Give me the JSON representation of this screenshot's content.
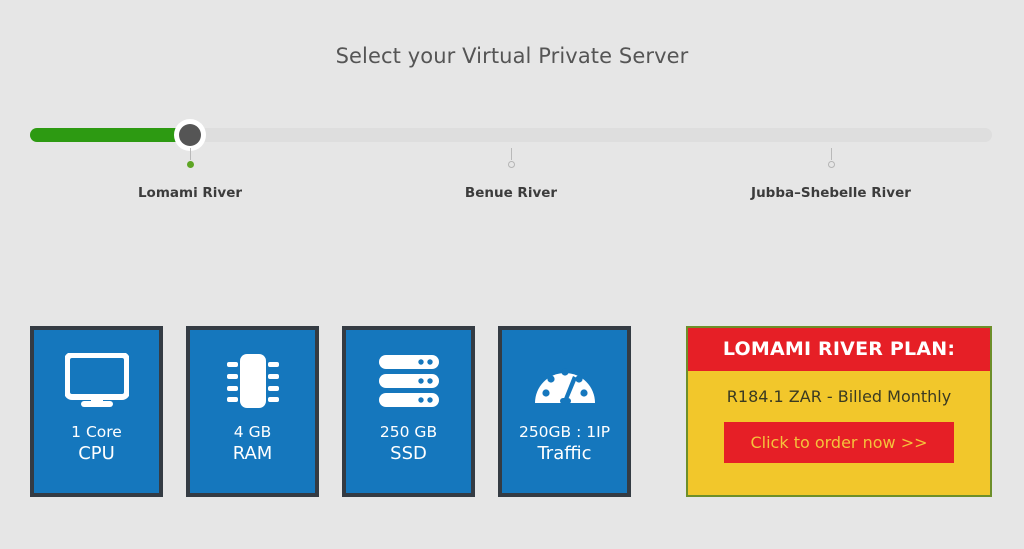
{
  "page": {
    "title": "Select your Virtual Private Server",
    "background_color": "#e6e6e6"
  },
  "slider": {
    "name": "server-plan-slider",
    "fill_color": "#2d9a12",
    "track_color": "#dedede",
    "handle_color": "#555555",
    "selected_index": 0,
    "steps": [
      {
        "label": "Lomami River",
        "active": true
      },
      {
        "label": "Benue River",
        "active": false
      },
      {
        "label": "Jubba–Shebelle River",
        "active": false
      }
    ]
  },
  "specs": {
    "card_color": "#1577bd",
    "border_color": "#343b43",
    "items": [
      {
        "icon": "monitor-icon",
        "value": "1 Core",
        "label": "CPU"
      },
      {
        "icon": "memory-chip-icon",
        "value": "4 GB",
        "label": "RAM"
      },
      {
        "icon": "server-stack-icon",
        "value": "250 GB",
        "label": "SSD"
      },
      {
        "icon": "speedometer-icon",
        "value": "250GB : 1IP",
        "label": "Traffic"
      }
    ]
  },
  "plan": {
    "header": "LOMAMI RIVER PLAN:",
    "price": "R184.1 ZAR - Billed Monthly",
    "cta": "Click to order now >>",
    "header_color": "#e61f26",
    "body_color": "#f2c72b",
    "cta_bg_color": "#e61f26",
    "cta_text_color": "#f5c23c",
    "border_color": "#6d8f2a"
  }
}
